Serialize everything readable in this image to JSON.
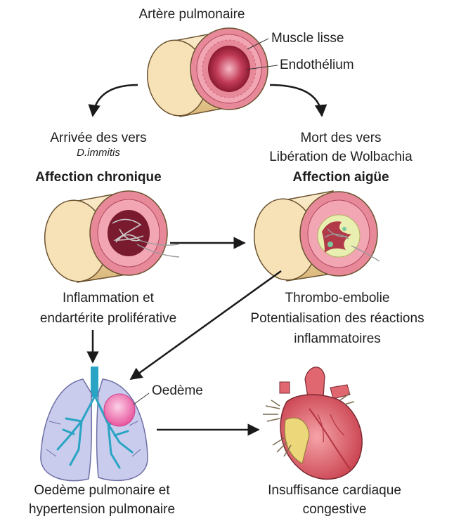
{
  "top": {
    "title": "Artère pulmonaire",
    "muscle_label": "Muscle lisse",
    "endothelium_label": "Endothélium"
  },
  "left_branch": {
    "line1": "Arrivée des vers",
    "species": "D.immitis",
    "heading": "Affection chronique",
    "result_line1": "Inflammation et",
    "result_line2": "endartérite proliférative"
  },
  "right_branch": {
    "line1": "Mort des vers",
    "line2": "Libération de Wolbachia",
    "heading": "Affection aigüe",
    "result_line1": "Thrombo-embolie",
    "result_line2": "Potentialisation des réactions",
    "result_line3": "inflammatoires"
  },
  "lungs": {
    "oedema_label": "Oedème",
    "caption_line1": "Oedème pulmonaire et",
    "caption_line2": "hypertension pulmonaire"
  },
  "heart": {
    "caption_line1": "Insuffisance cardiaque",
    "caption_line2": "congestive"
  },
  "colors": {
    "vessel_outer": "#f2d9a8",
    "vessel_wall": "#e8899a",
    "lumen": "#a3243c",
    "lung_fill": "#c9ccec",
    "bronchi": "#2aa4c4",
    "oedema": "#f26fb0",
    "heart": "#e06670",
    "arrow": "#1a1a1a"
  }
}
